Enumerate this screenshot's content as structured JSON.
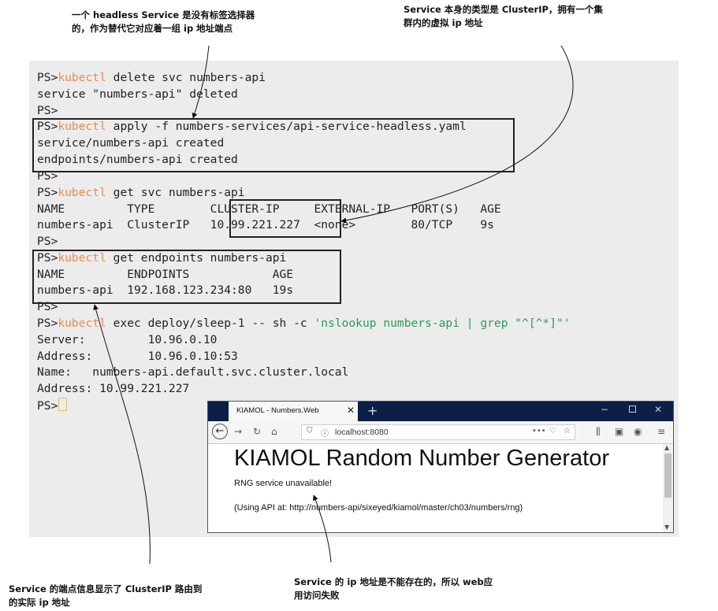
{
  "callouts": {
    "top_left": {
      "line1": "一个 headless Service 是没有标签选择器",
      "line2": "的，作为替代它对应着一组 ip 地址端点"
    },
    "top_right": {
      "line1": "Service 本身的类型是 ClusterIP，拥有一个集",
      "line2": "群内的虚拟 ip 地址"
    },
    "bottom_left": {
      "line1": "Service 的端点信息显示了 ClusterIP 路由到",
      "line2": "的实际 ip 地址"
    },
    "bottom_right": {
      "line1": "Service 的 ip 地址是不能存在的，所以 web应",
      "line2": "用访问失败"
    }
  },
  "terminal": {
    "prompt": "PS>",
    "kubectl": "kubectl",
    "l1_rest": " delete svc numbers-api",
    "l2": "service \"numbers-api\" deleted",
    "l4_rest": " apply -f numbers-services/api-service-headless.yaml",
    "l5": "service/numbers-api created",
    "l6": "endpoints/numbers-api created",
    "l8_rest": " get svc numbers-api",
    "l9": "NAME         TYPE        CLUSTER-IP     EXTERNAL-IP   PORT(S)   AGE",
    "l10": "numbers-api  ClusterIP   10.99.221.227  <none>        80/TCP    9s",
    "l12_rest": " get endpoints numbers-api",
    "l13": "NAME         ENDPOINTS            AGE",
    "l14": "numbers-api  192.168.123.234:80   19s",
    "l16_rest": " exec deploy/sleep-1 -- sh -c ",
    "l16_str": "'nslookup numbers-api | grep \"^[^*]\"'",
    "l17": "Server:         10.96.0.10",
    "l18": "Address:        10.96.0.10:53",
    "l19": "Name:   numbers-api.default.svc.cluster.local",
    "l20": "Address: 10.99.221.227"
  },
  "browser": {
    "tab_title": "KIAMOL - Numbers.Web",
    "url": "localhost:8080",
    "heading": "KIAMOL Random Number Generator",
    "rng_status": "RNG service unavailable!",
    "api_line": "(Using API at: http://numbers-api/sixeyed/kiamol/master/ch03/numbers/rng)"
  },
  "colors": {
    "kubectl": "#f08a50",
    "string": "#2a9c58",
    "terminal_bg": "#ececec",
    "titlebar": "#0b1f47"
  }
}
